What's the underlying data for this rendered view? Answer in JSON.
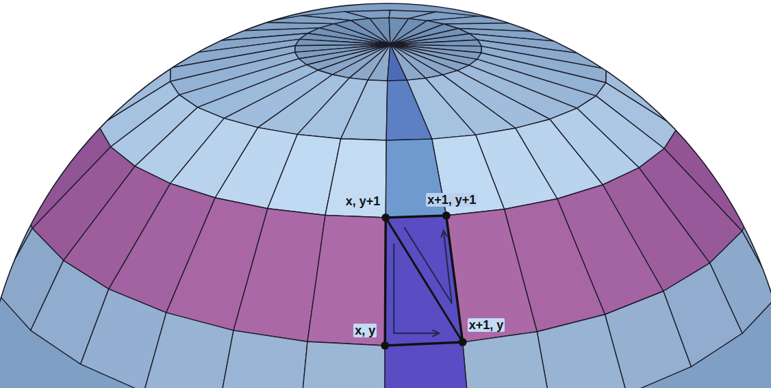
{
  "diagram": {
    "labels": [
      "x, y+1",
      "x+1, y+1",
      "x, y",
      "x+1, y"
    ]
  }
}
